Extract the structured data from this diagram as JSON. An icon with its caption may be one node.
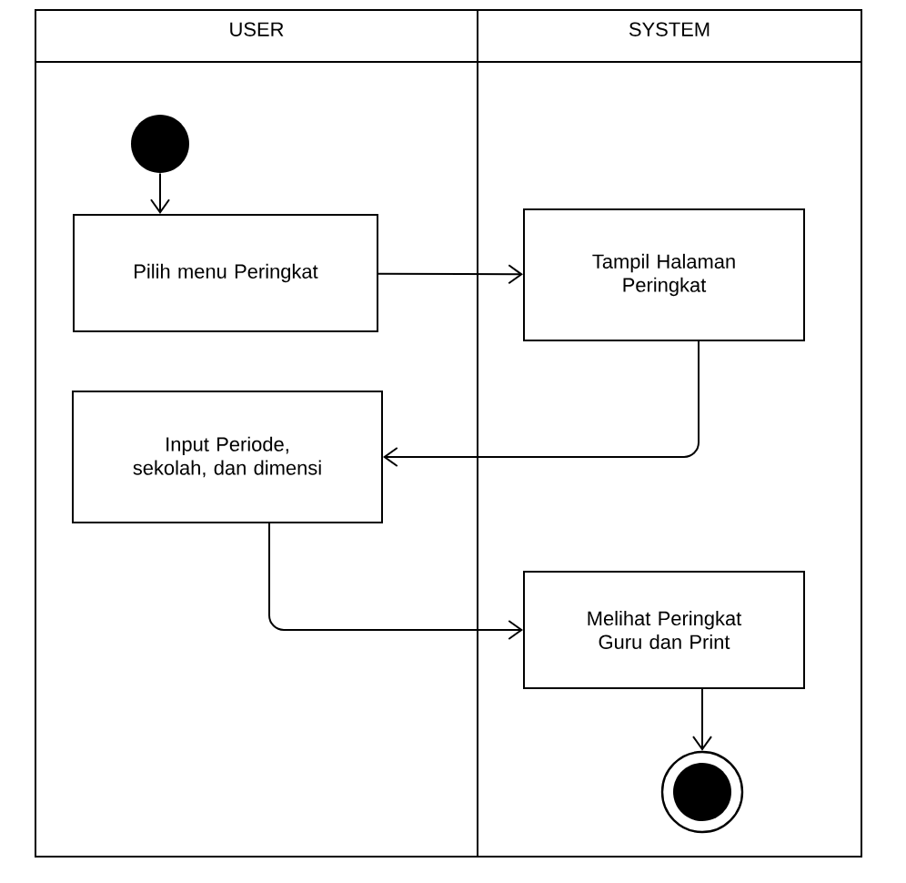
{
  "diagram": {
    "nodes": [
      {
        "text": [
          "USER"
        ]
      },
      {
        "text": [
          "SYSTEM"
        ]
      },
      {
        "text": [],
        "shape": "circle",
        "in": 0
      },
      {
        "text": [
          "Pilih menu Peringkat"
        ],
        "in": 0
      },
      {
        "text": [
          "Tampil Halaman Peringkat"
        ],
        "in": 1
      },
      {
        "text": [
          "Input Periode, sekolah, dan dimensi"
        ],
        "in": 0
      },
      {
        "text": [
          "Melihat Peringkat Guru dan Print"
        ],
        "in": 1
      },
      {
        "text": [],
        "shape": "bullseye",
        "in": 1
      }
    ],
    "edges": [
      {
        "from": 2,
        "to": 3,
        "arrow": "to"
      },
      {
        "from": 3,
        "to": 4,
        "arrow": "to"
      },
      {
        "from": 4,
        "to": 5,
        "arrow": "to"
      },
      {
        "from": 5,
        "to": 6,
        "arrow": "to"
      },
      {
        "from": 6,
        "to": 7,
        "arrow": "to"
      }
    ]
  }
}
